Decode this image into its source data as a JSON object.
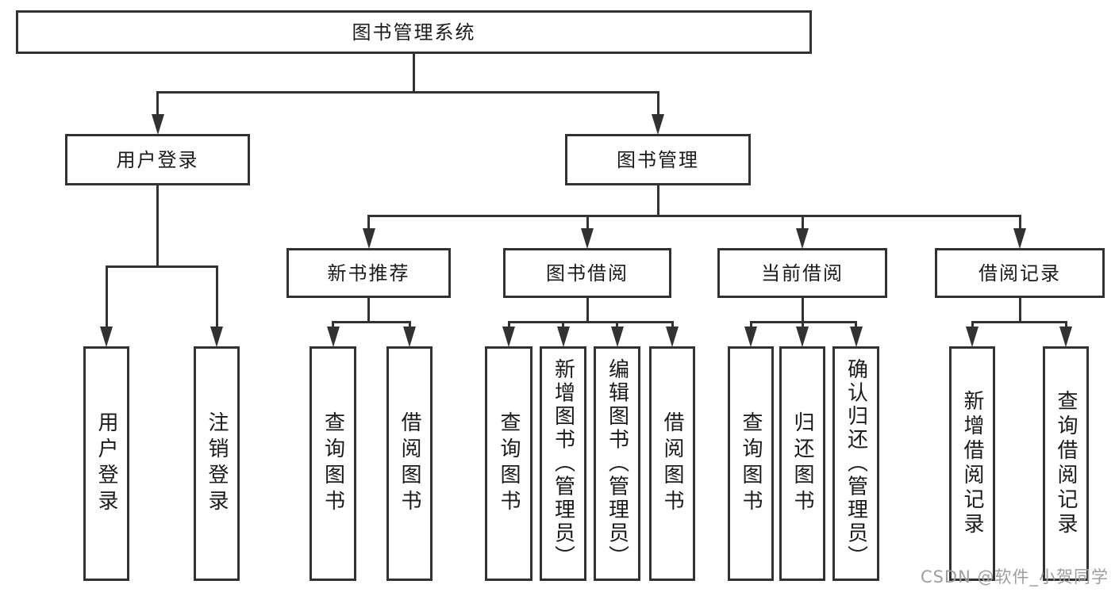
{
  "colors": {
    "line": "#323232",
    "text": "#1a1a1a",
    "background": "#ffffff",
    "watermark": "#9e9e9e"
  },
  "watermark": {
    "text": "CSDN @软件_小贺同学"
  },
  "nodes": [
    {
      "id": "root",
      "label": "图书管理系统",
      "children": [
        "user-login",
        "book-mgmt"
      ]
    },
    {
      "id": "user-login",
      "label": "用户登录",
      "children": [
        "leaf-user-login",
        "leaf-logout"
      ]
    },
    {
      "id": "book-mgmt",
      "label": "图书管理",
      "children": [
        "new-book-rec",
        "book-borrow",
        "current-borrow",
        "borrow-records"
      ]
    },
    {
      "id": "new-book-rec",
      "label": "新书推荐",
      "children": [
        "leaf-query-book-1",
        "leaf-borrow-book-1"
      ]
    },
    {
      "id": "book-borrow",
      "label": "图书借阅",
      "children": [
        "leaf-query-book-2",
        "leaf-add-book",
        "leaf-edit-book",
        "leaf-borrow-book-2"
      ]
    },
    {
      "id": "current-borrow",
      "label": "当前借阅",
      "children": [
        "leaf-query-book-3",
        "leaf-return-book",
        "leaf-confirm-return"
      ]
    },
    {
      "id": "borrow-records",
      "label": "借阅记录",
      "children": [
        "leaf-add-borrow-record",
        "leaf-query-borrow-record"
      ]
    },
    {
      "id": "leaf-user-login",
      "label": "用户登录",
      "children": []
    },
    {
      "id": "leaf-logout",
      "label": "注销登录",
      "children": []
    },
    {
      "id": "leaf-query-book-1",
      "label": "查询图书",
      "children": []
    },
    {
      "id": "leaf-borrow-book-1",
      "label": "借阅图书",
      "children": []
    },
    {
      "id": "leaf-query-book-2",
      "label": "查询图书",
      "children": []
    },
    {
      "id": "leaf-add-book",
      "label": "新增图书（管理员）",
      "children": []
    },
    {
      "id": "leaf-edit-book",
      "label": "编辑图书（管理员）",
      "children": []
    },
    {
      "id": "leaf-borrow-book-2",
      "label": "借阅图书",
      "children": []
    },
    {
      "id": "leaf-query-book-3",
      "label": "查询图书",
      "children": []
    },
    {
      "id": "leaf-return-book",
      "label": "归还图书",
      "children": []
    },
    {
      "id": "leaf-confirm-return",
      "label": "确认归还（管理员）",
      "children": []
    },
    {
      "id": "leaf-add-borrow-record",
      "label": "新增借阅记录",
      "children": []
    },
    {
      "id": "leaf-query-borrow-record",
      "label": "查询借阅记录",
      "children": []
    }
  ]
}
